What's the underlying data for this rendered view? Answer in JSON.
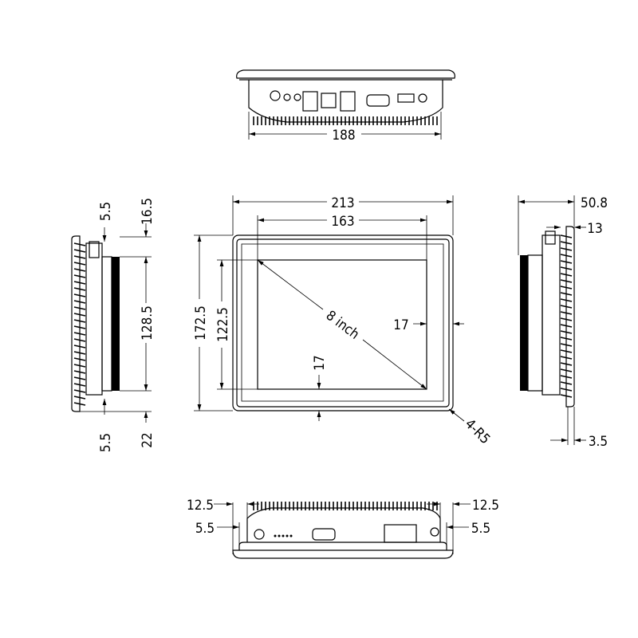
{
  "top_view": {
    "width_label": "188"
  },
  "front_view": {
    "outer_width": "213",
    "screen_width": "163",
    "outer_height": "172.5",
    "screen_height": "122.5",
    "diagonal": "8 inch",
    "right_border": "17",
    "bottom_border": "17",
    "corner_radius": "4-R5"
  },
  "left_view": {
    "top_offset": "5.5",
    "top_margin": "16.5",
    "mid_height": "128.5",
    "bottom_offset": "5.5",
    "bottom_margin": "22"
  },
  "right_view": {
    "depth": "50.8",
    "bezel_depth": "13",
    "flange": "3.5"
  },
  "bottom_view": {
    "left_margin": "12.5",
    "left_offset": "5.5",
    "right_margin": "12.5",
    "right_offset": "5.5"
  }
}
